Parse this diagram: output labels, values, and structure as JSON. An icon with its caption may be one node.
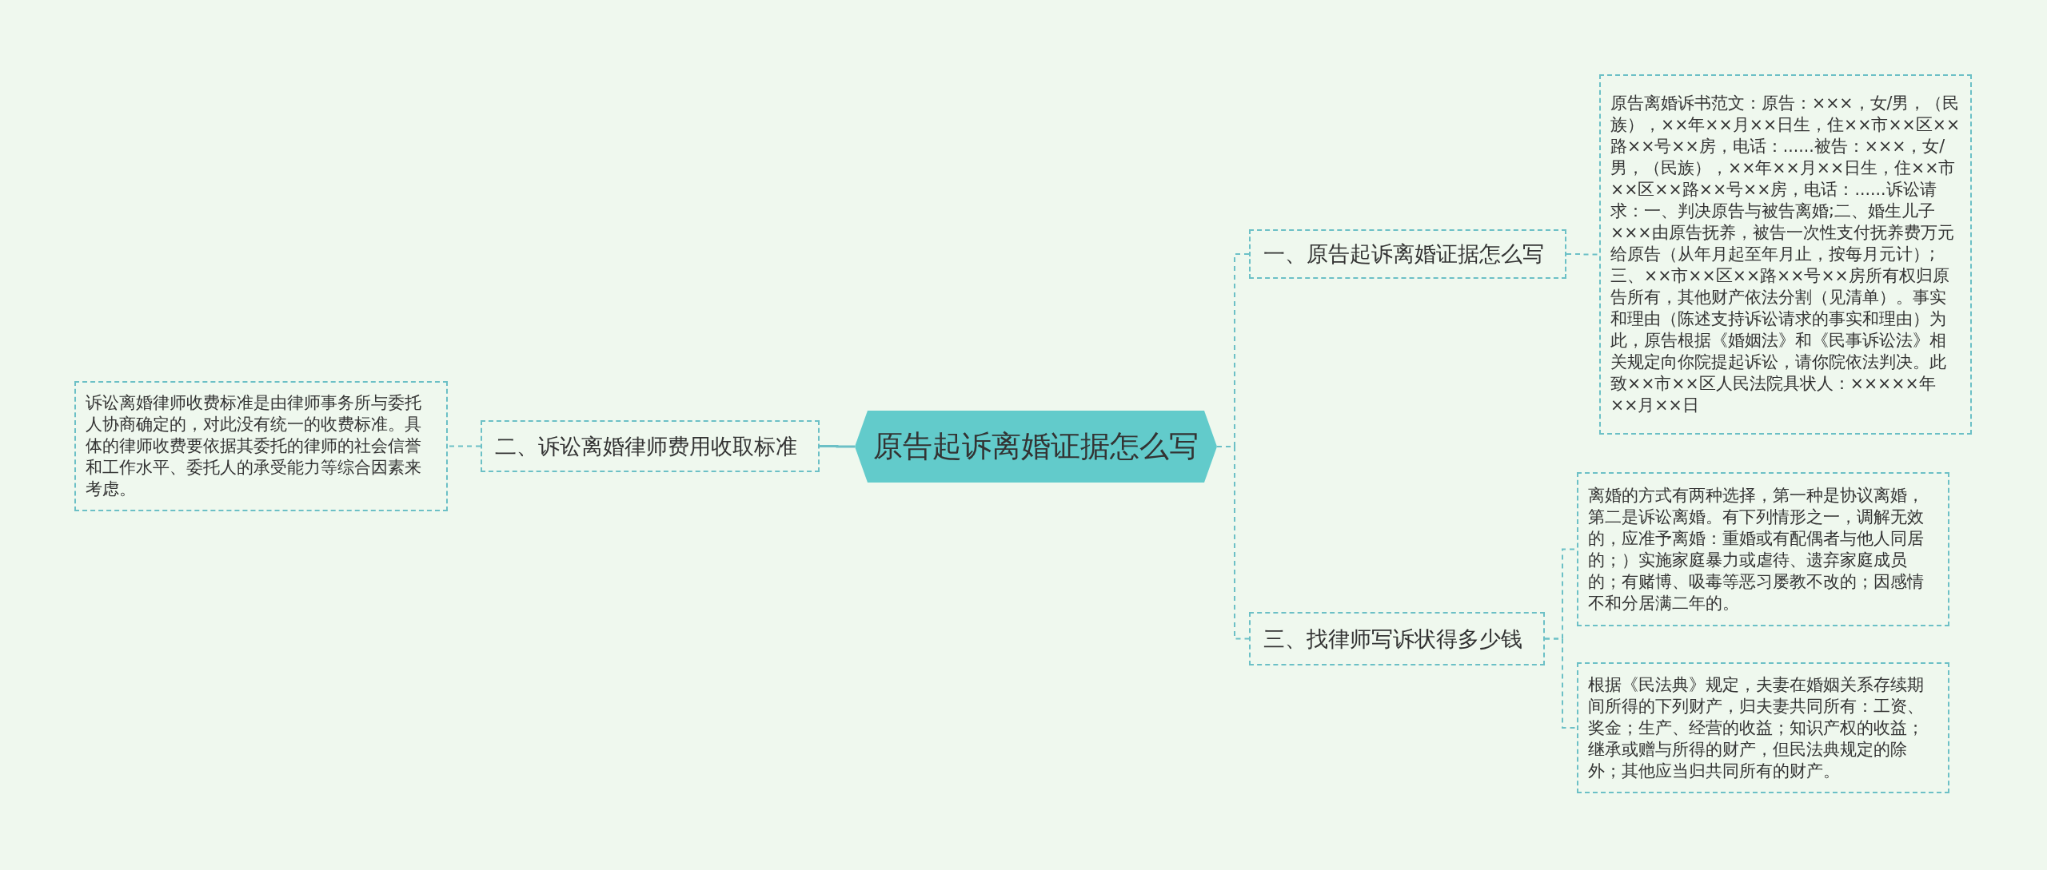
{
  "diagram": {
    "nodes": [
      {
        "text": [
          "原告起诉离婚证据怎么写"
        ]
      },
      {
        "text": [
          "一、原告起诉离婚证据怎么写"
        ]
      },
      {
        "text": [
          "原告离婚诉书范文：原告：×××，女/男，（民族），××年××月××日生，住××市××区××路××号××房，电话：......被告：×××，女/男，（民族），××年××月××日生，住××市××区××路××号××房，电话：......诉讼请求：一、判决原告与被告离婚;二、婚生儿子×××由原告抚养，被告一次性支付抚养费万元给原告（从年月起至年月止，按每月元计）;三、××市××区××路××号××房所有权归原告所有，其他财产依法分割（见清单）。事实和理由（陈述支持诉讼请求的事实和理由）为此，原告根据《婚姻法》和《民事诉讼法》相关规定向你院提起诉讼，请你院依法判决。此致××市××区人民法院具状人：×××××年××月××日"
        ]
      },
      {
        "text": [
          "三、找律师写诉状得多少钱"
        ]
      },
      {
        "text": [
          "离婚的方式有两种选择，第一种是协议离婚，第二是诉讼离婚。有下列情形之一，调解无效的，应准予离婚：重婚或有配偶者与他人同居的；）实施家庭暴力或虐待、遗弃家庭成员的；有赌博、吸毒等恶习屡教不改的；因感情不和分居满二年的。"
        ]
      },
      {
        "text": [
          "根据《民法典》规定，夫妻在婚姻关系存续期间所得的下列财产，归夫妻共同所有：工资、奖金；生产、经营的收益；知识产权的收益；继承或赠与所得的财产，但民法典规定的除外；其他应当归共同所有的财产。"
        ]
      },
      {
        "text": [
          "二、诉讼离婚律师费用收取标准"
        ]
      },
      {
        "text": [
          "诉讼离婚律师收费标准是由律师事务所与委托人协商确定的，对此没有统一的收费标准。具体的律师收费要依据其委托的律师的社会信誉和工作水平、委托人的承受能力等综合因素来考虑。"
        ]
      }
    ],
    "edges": [
      {
        "from": 0,
        "to": 1,
        "arrow": "none",
        "style": "dashed"
      },
      {
        "from": 1,
        "to": 2,
        "arrow": "none",
        "style": "dashed"
      },
      {
        "from": 0,
        "to": 3,
        "arrow": "none",
        "style": "dashed"
      },
      {
        "from": 3,
        "to": 4,
        "arrow": "none",
        "style": "dashed"
      },
      {
        "from": 3,
        "to": 5,
        "arrow": "none",
        "style": "dashed"
      },
      {
        "from": 0,
        "to": 6,
        "arrow": "none"
      },
      {
        "from": 6,
        "to": 7,
        "arrow": "none",
        "style": "dashed"
      }
    ]
  }
}
